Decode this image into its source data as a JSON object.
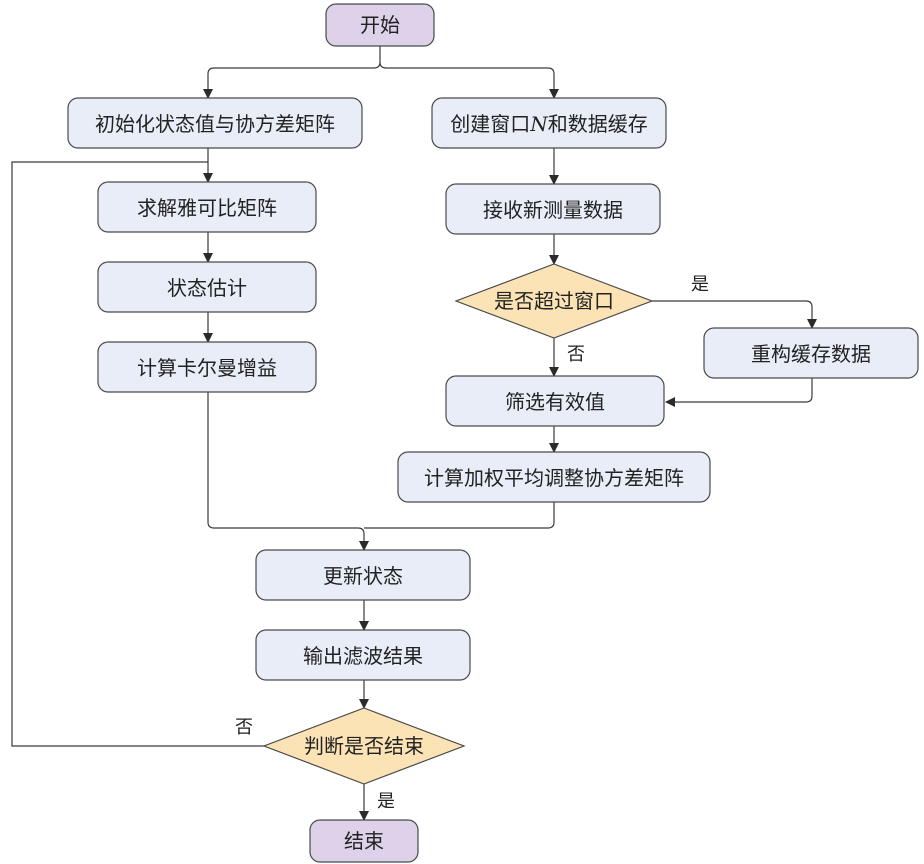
{
  "nodes": {
    "start": "开始",
    "init": "初始化状态值与协方差矩阵",
    "jacobian": "求解雅可比矩阵",
    "estimate": "状态估计",
    "kalman_gain": "计算卡尔曼增益",
    "create_window_pre": "创建窗口",
    "create_window_n": "N",
    "create_window_post": "和数据缓存",
    "receive": "接收新测量数据",
    "exceed_window": "是否超过窗口",
    "rebuild": "重构缓存数据",
    "filter_valid": "筛选有效值",
    "weighted_avg": "计算加权平均调整协方差矩阵",
    "update_state": "更新状态",
    "output": "输出滤波结果",
    "judge_end": "判断是否结束",
    "end": "结束"
  },
  "edge_labels": {
    "exceed_yes": "是",
    "exceed_no": "否",
    "end_no": "否",
    "end_yes": "是"
  },
  "colors": {
    "process_fill": "#e9edf8",
    "terminal_fill": "#ddd2ea",
    "decision_fill": "#fbe3b6",
    "stroke": "#4a4a4a"
  }
}
